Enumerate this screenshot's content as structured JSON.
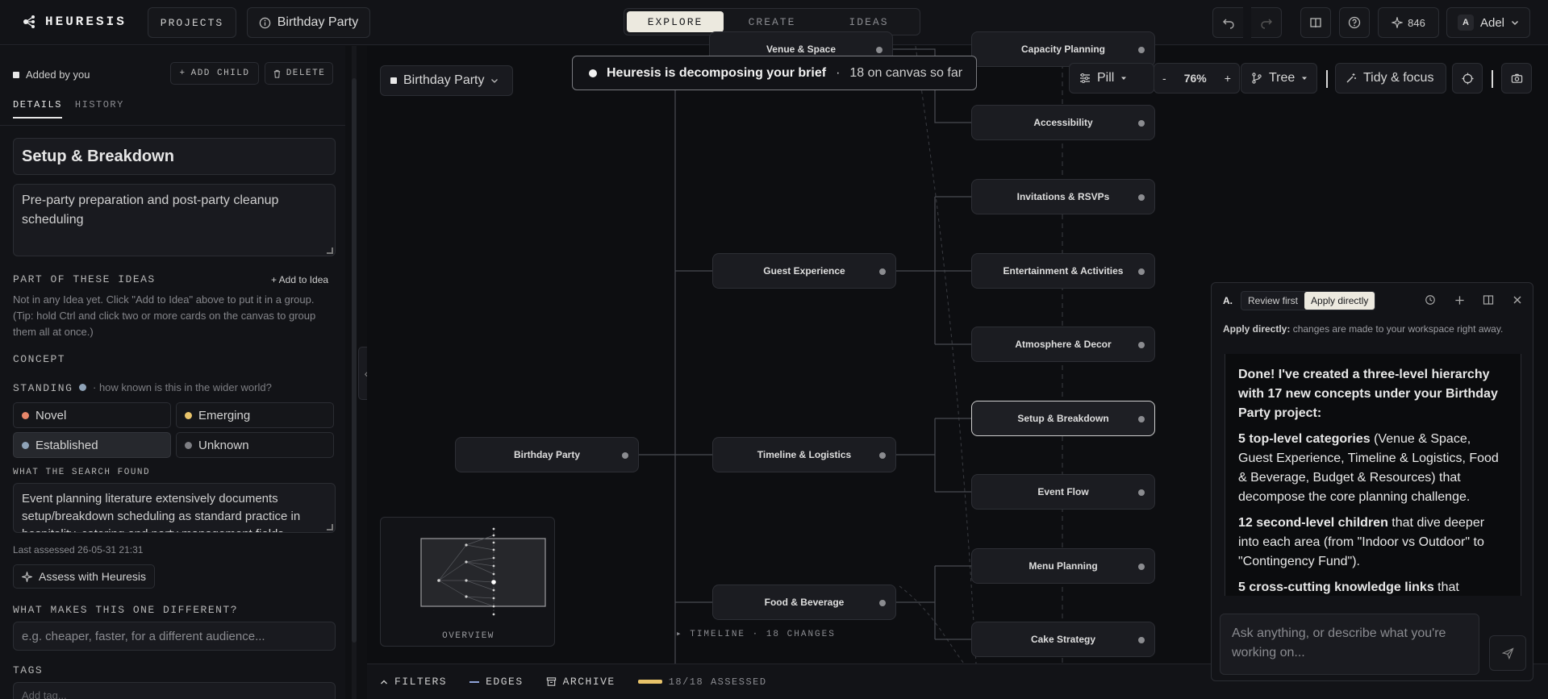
{
  "app": {
    "logo_text": "HEURESIS"
  },
  "topbar": {
    "projects_label": "PROJECTS",
    "project_name": "Birthday Party",
    "modes": [
      "EXPLORE",
      "CREATE",
      "IDEAS"
    ],
    "active_mode": "EXPLORE",
    "credits": "846",
    "user_initial": "A",
    "user_name": "Adel"
  },
  "left_panel": {
    "added_by": "Added by you",
    "add_child_label": "ADD CHILD",
    "delete_label": "DELETE",
    "tabs": [
      "DETAILS",
      "HISTORY"
    ],
    "title": "Setup & Breakdown",
    "description": "Pre-party preparation and post-party cleanup scheduling",
    "ideas_label": "PART OF THESE IDEAS",
    "add_to_idea": "+ Add to Idea",
    "ideas_note": "Not in any Idea yet. Click \"Add to Idea\" above to put it in a group. (Tip: hold Ctrl and click two or more cards on the canvas to group them all at once.)",
    "concept_label": "CONCEPT",
    "standing_label": "STANDING",
    "standing_hint": "· how known is this in the wider world?",
    "standing_options": [
      {
        "label": "Novel",
        "color": "#e8876a"
      },
      {
        "label": "Emerging",
        "color": "#e8c36a"
      },
      {
        "label": "Established",
        "color": "#8fa3b8"
      },
      {
        "label": "Unknown",
        "color": "#7d7e83"
      }
    ],
    "selected_standing": "Established",
    "search_label": "WHAT THE SEARCH FOUND",
    "search_text": "Event planning literature extensively documents setup/breakdown scheduling as standard practice in hospitality, catering and party management fields.",
    "last_assessed": "Last assessed 26-05-31 21:31",
    "assess_label": "Assess with Heuresis",
    "different_label": "WHAT MAKES THIS ONE DIFFERENT?",
    "different_placeholder": "e.g. cheaper, faster, for a different audience...",
    "tags_label": "TAGS",
    "tags_placeholder": "Add tag..."
  },
  "canvas": {
    "project_select": "Birthday Party",
    "banner_title": "Heuresis is decomposing your brief",
    "banner_sep": "·",
    "banner_status": "18 on canvas so far",
    "view_mode": "Pill",
    "zoom_minus": "-",
    "zoom": "76%",
    "zoom_plus": "+",
    "layout_mode": "Tree",
    "tidy_label": "Tidy & focus",
    "nodes": {
      "root": "Birthday Party",
      "venue": "Venue & Space",
      "guest": "Guest Experience",
      "timeline": "Timeline & Logistics",
      "food": "Food & Beverage",
      "capacity": "Capacity Planning",
      "accessibility": "Accessibility",
      "invitations": "Invitations & RSVPs",
      "entertainment": "Entertainment & Activities",
      "atmosphere": "Atmosphere & Decor",
      "setup": "Setup & Breakdown",
      "event_flow": "Event Flow",
      "menu": "Menu Planning",
      "cake": "Cake Strategy"
    },
    "minimap_label": "OVERVIEW",
    "timeline_label": "▸ TIMELINE · 18 CHANGES"
  },
  "bottom_bar": {
    "filters": "FILTERS",
    "edges": "EDGES",
    "archive": "ARCHIVE",
    "assessed": "18/18 ASSESSED",
    "assessed_fraction": 1.0
  },
  "chat": {
    "avatar": "A.",
    "review_first": "Review first",
    "apply_directly": "Apply directly",
    "mode_note_bold": "Apply directly:",
    "mode_note": " changes are made to your workspace right away.",
    "msg_intro": "Done! I've created a three-level hierarchy with 17 new concepts under your Birthday Party project:",
    "msg_1_bold": "5 top-level categories",
    "msg_1": " (Venue & Space, Guest Experience, Timeline & Logistics, Food & Beverage, Budget & Resources) that decompose the core planning challenge.",
    "msg_2_bold": "12 second-level children",
    "msg_2": " that dive deeper into each area (from \"Indoor vs Outdoor\" to \"Contingency Fund\").",
    "msg_3_bold": "5 cross-cutting knowledge links",
    "msg_3": " that connect related concepts across different areas.",
    "input_placeholder": "Ask anything, or describe what you're working on..."
  },
  "colors": {
    "accent": "#ece9df",
    "progress": "#e8c36a",
    "background": "#0f1013"
  }
}
